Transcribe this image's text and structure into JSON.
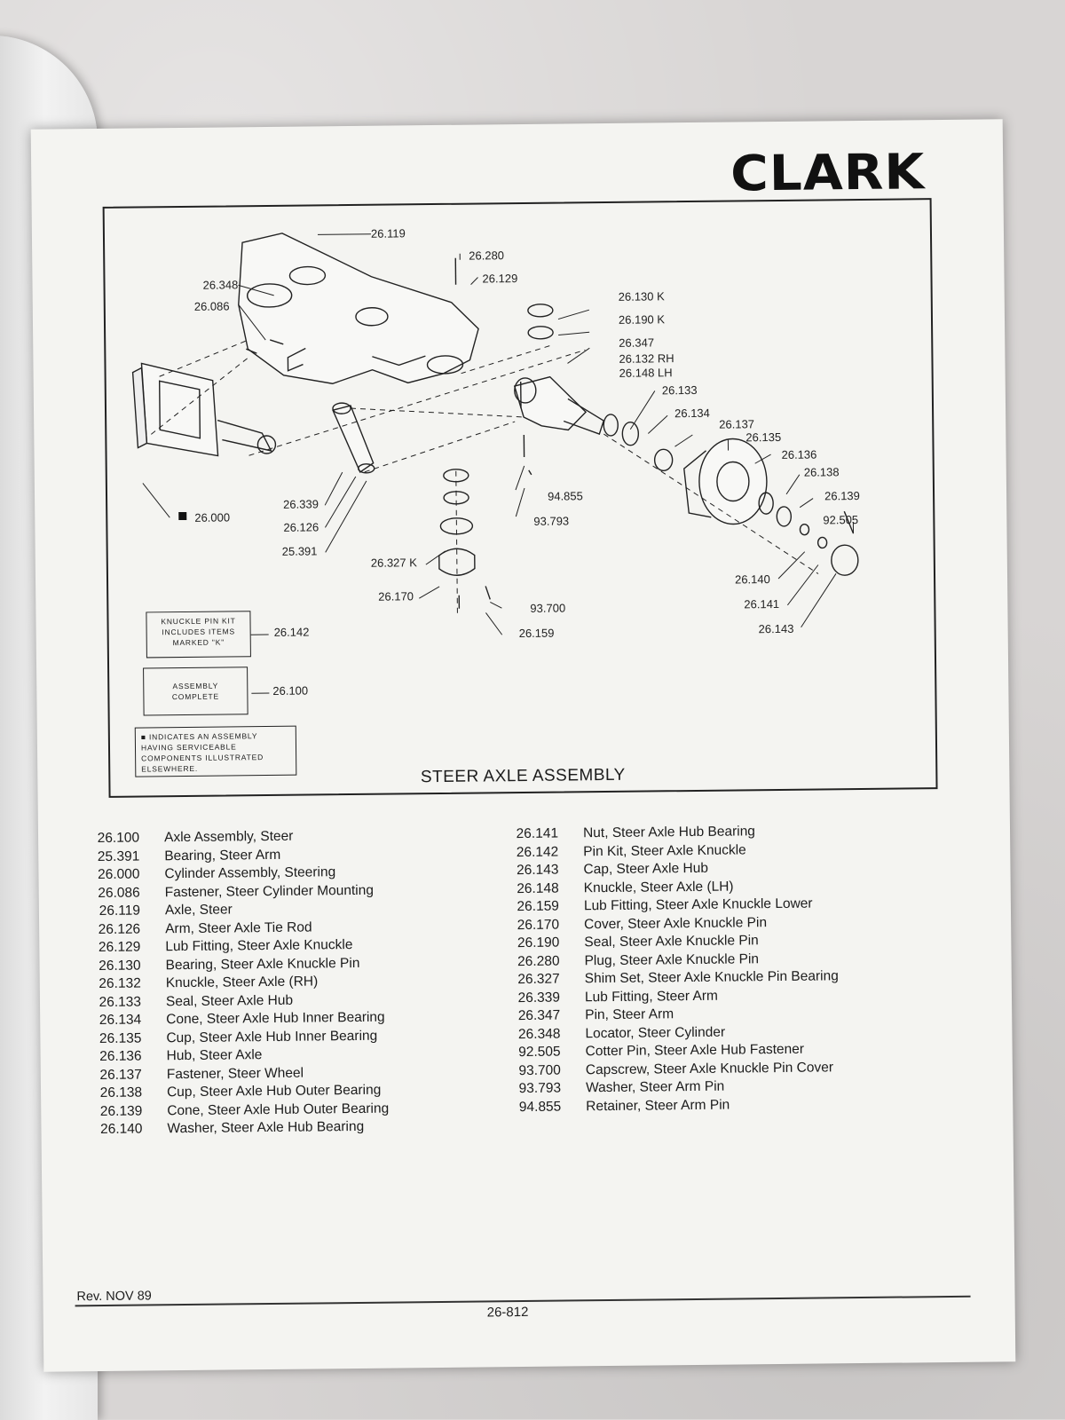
{
  "brand": "CLARK",
  "figure": {
    "title": "STEER AXLE ASSEMBLY",
    "callouts": {
      "c26119": "26.119",
      "c26280": "26.280",
      "c26129": "26.129",
      "c26348": "26.348",
      "c26086": "26.086",
      "c26130": "26.130 K",
      "c26190": "26.190 K",
      "c26347": "26.347",
      "c26132": "26.132 RH",
      "c26148": "26.148 LH",
      "c26133": "26.133",
      "c26134": "26.134",
      "c26137": "26.137",
      "c26135": "26.135",
      "c26136": "26.136",
      "c26138": "26.138",
      "c26139": "26.139",
      "c92505": "92.505",
      "c26000": "26.000",
      "c26339": "26.339",
      "c26126": "26.126",
      "c25391": "25.391",
      "c94855": "94.855",
      "c93793": "93.793",
      "c26327": "26.327 K",
      "c26170": "26.170",
      "c93700": "93.700",
      "c26159": "26.159",
      "c26140": "26.140",
      "c26141": "26.141",
      "c26143": "26.143",
      "c26142": "26.142",
      "c26100": "26.100"
    },
    "notes": {
      "kit": "KNUCKLE PIN KIT INCLUDES ITEMS MARKED \"K\"",
      "assembly": "ASSEMBLY COMPLETE",
      "legend": "■ INDICATES AN ASSEMBLY HAVING SERVICEABLE COMPONENTS ILLUSTRATED ELSEWHERE."
    }
  },
  "parts_left": [
    {
      "num": "26.100",
      "desc": "Axle Assembly, Steer"
    },
    {
      "num": "25.391",
      "desc": "Bearing, Steer Arm"
    },
    {
      "num": "26.000",
      "desc": "Cylinder Assembly, Steering"
    },
    {
      "num": "26.086",
      "desc": "Fastener, Steer Cylinder Mounting"
    },
    {
      "num": "26.119",
      "desc": "Axle, Steer"
    },
    {
      "num": "26.126",
      "desc": "Arm, Steer Axle Tie Rod"
    },
    {
      "num": "26.129",
      "desc": "Lub Fitting, Steer Axle Knuckle"
    },
    {
      "num": "26.130",
      "desc": "Bearing, Steer Axle Knuckle Pin"
    },
    {
      "num": "26.132",
      "desc": "Knuckle, Steer Axle (RH)"
    },
    {
      "num": "26.133",
      "desc": "Seal, Steer Axle Hub"
    },
    {
      "num": "26.134",
      "desc": "Cone, Steer Axle Hub Inner Bearing"
    },
    {
      "num": "26.135",
      "desc": "Cup, Steer Axle Hub Inner Bearing"
    },
    {
      "num": "26.136",
      "desc": "Hub, Steer Axle"
    },
    {
      "num": "26.137",
      "desc": "Fastener, Steer Wheel"
    },
    {
      "num": "26.138",
      "desc": "Cup, Steer Axle Hub Outer Bearing"
    },
    {
      "num": "26.139",
      "desc": "Cone, Steer Axle Hub Outer Bearing"
    },
    {
      "num": "26.140",
      "desc": "Washer, Steer Axle Hub Bearing"
    }
  ],
  "parts_right": [
    {
      "num": "26.141",
      "desc": "Nut, Steer Axle Hub Bearing"
    },
    {
      "num": "26.142",
      "desc": "Pin Kit, Steer Axle Knuckle"
    },
    {
      "num": "26.143",
      "desc": "Cap, Steer Axle Hub"
    },
    {
      "num": "26.148",
      "desc": "Knuckle, Steer Axle (LH)"
    },
    {
      "num": "26.159",
      "desc": "Lub Fitting, Steer Axle Knuckle Lower"
    },
    {
      "num": "26.170",
      "desc": "Cover, Steer Axle Knuckle Pin"
    },
    {
      "num": "26.190",
      "desc": "Seal, Steer Axle Knuckle Pin"
    },
    {
      "num": "26.280",
      "desc": "Plug, Steer Axle Knuckle Pin"
    },
    {
      "num": "26.327",
      "desc": "Shim Set, Steer Axle Knuckle Pin Bearing"
    },
    {
      "num": "26.339",
      "desc": "Lub Fitting, Steer Arm"
    },
    {
      "num": "26.347",
      "desc": "Pin, Steer Arm"
    },
    {
      "num": "26.348",
      "desc": "Locator, Steer Cylinder"
    },
    {
      "num": "92.505",
      "desc": "Cotter Pin, Steer Axle Hub Fastener"
    },
    {
      "num": "93.700",
      "desc": "Capscrew, Steer Axle Knuckle Pin Cover"
    },
    {
      "num": "93.793",
      "desc": "Washer, Steer Arm Pin"
    },
    {
      "num": "94.855",
      "desc": "Retainer, Steer Arm Pin"
    }
  ],
  "footer": {
    "revision": "Rev. NOV 89",
    "page_number": "26-812"
  }
}
